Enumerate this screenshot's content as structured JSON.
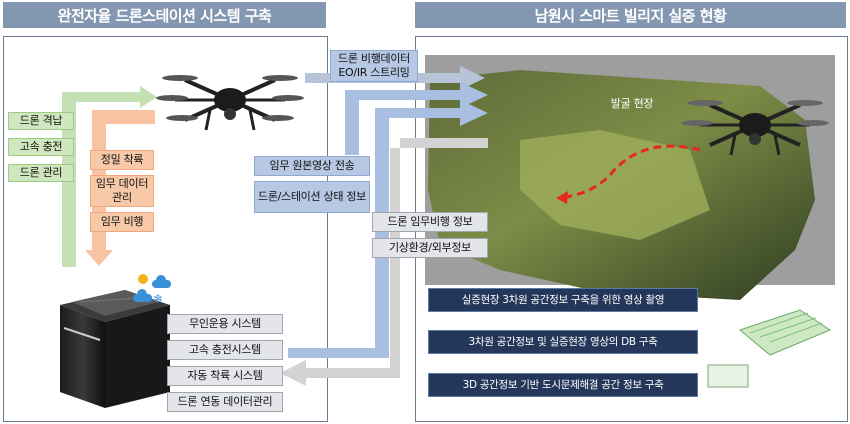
{
  "left": {
    "title": "완전자율 드론스테이션 시스템 구축",
    "green_items": [
      "드론 격납",
      "고속 충전",
      "드론 관리"
    ],
    "orange_items": [
      "정밀 착륙",
      "임무 데이터 관리",
      "임무 비행"
    ],
    "station_items": [
      "무인운용 시스템",
      "고속 충전시스템",
      "자동 착륙 시스템",
      "드론 연동 데이터관리"
    ]
  },
  "middle": {
    "flight_data": "드론 비행데이터 EO/IR 스트리밍",
    "video": "임무 원본영상 전송",
    "status": "드론/스테이션 상태 정보",
    "mission_info": "드론 임무비행 정보",
    "weather": "기상환경/외부정보"
  },
  "right": {
    "title": "남원시 스마트 빌리지 실증 현황",
    "map_label": "발굴 현장",
    "items": [
      "실증현장 3차원 공간정보 구축을 위한 영상 촬영",
      "3차원 공간정보 및 실증현장 영상의 DB 구축",
      "3D 공간정보 기반 도시문제해결 공간 정보 구축"
    ]
  }
}
